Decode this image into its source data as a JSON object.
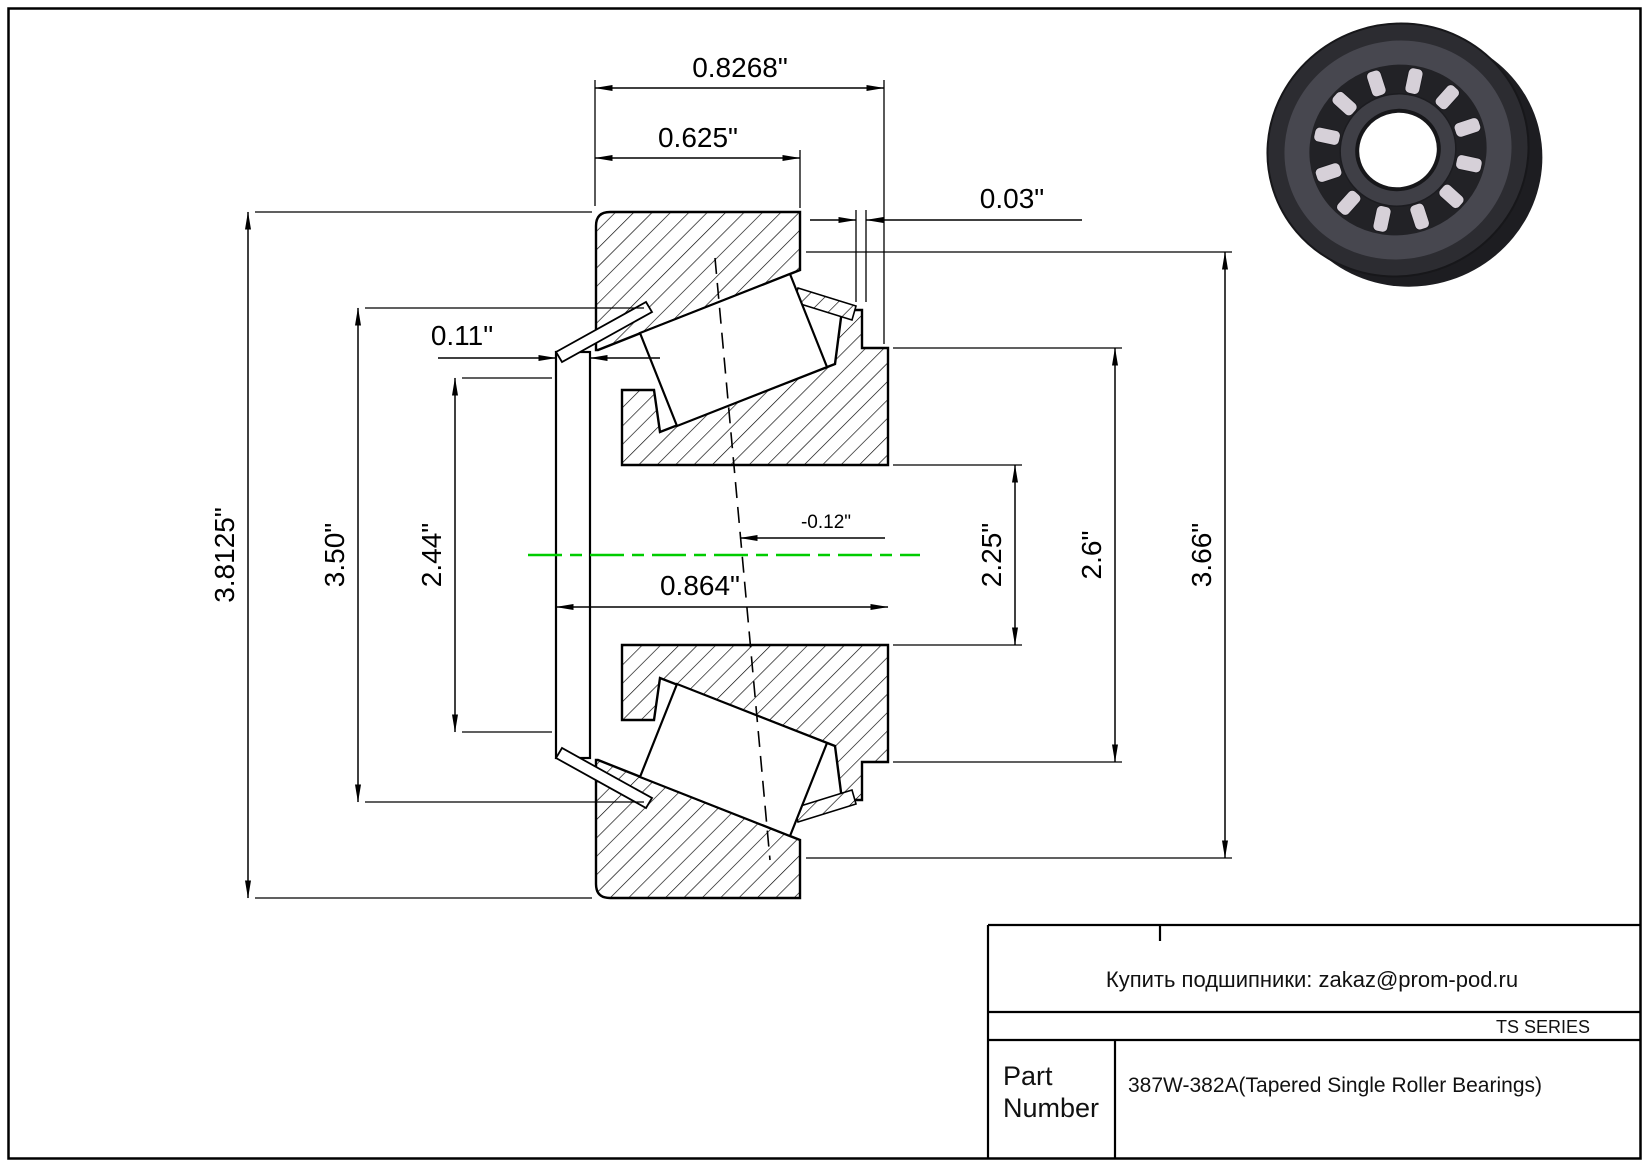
{
  "sheet": {
    "background": "#ffffff",
    "line_color": "#000000",
    "centerline_color": "#00cc00"
  },
  "dimensions": {
    "overall_width": "0.8268\"",
    "cup_width": "0.625\"",
    "protrusion": "0.03\"",
    "sleeve_thickness": "0.11\"",
    "cup_outer_diameter": "3.8125\"",
    "flange_diameter": "3.50\"",
    "rib_diameter": "2.44\"",
    "cone_width": "0.864\"",
    "center_offset": "-0.12\"",
    "bore_diameter": "2.25\"",
    "cone_back_diameter": "2.6\"",
    "cup_front_diameter": "3.66\""
  },
  "title_block": {
    "contact": "Купить подшипники: zakaz@prom-pod.ru",
    "series_label": "TS SERIES",
    "part_label_line1": "Part",
    "part_label_line2": "Number",
    "part_number": "387W-382A(Tapered Single Roller Bearings)"
  }
}
